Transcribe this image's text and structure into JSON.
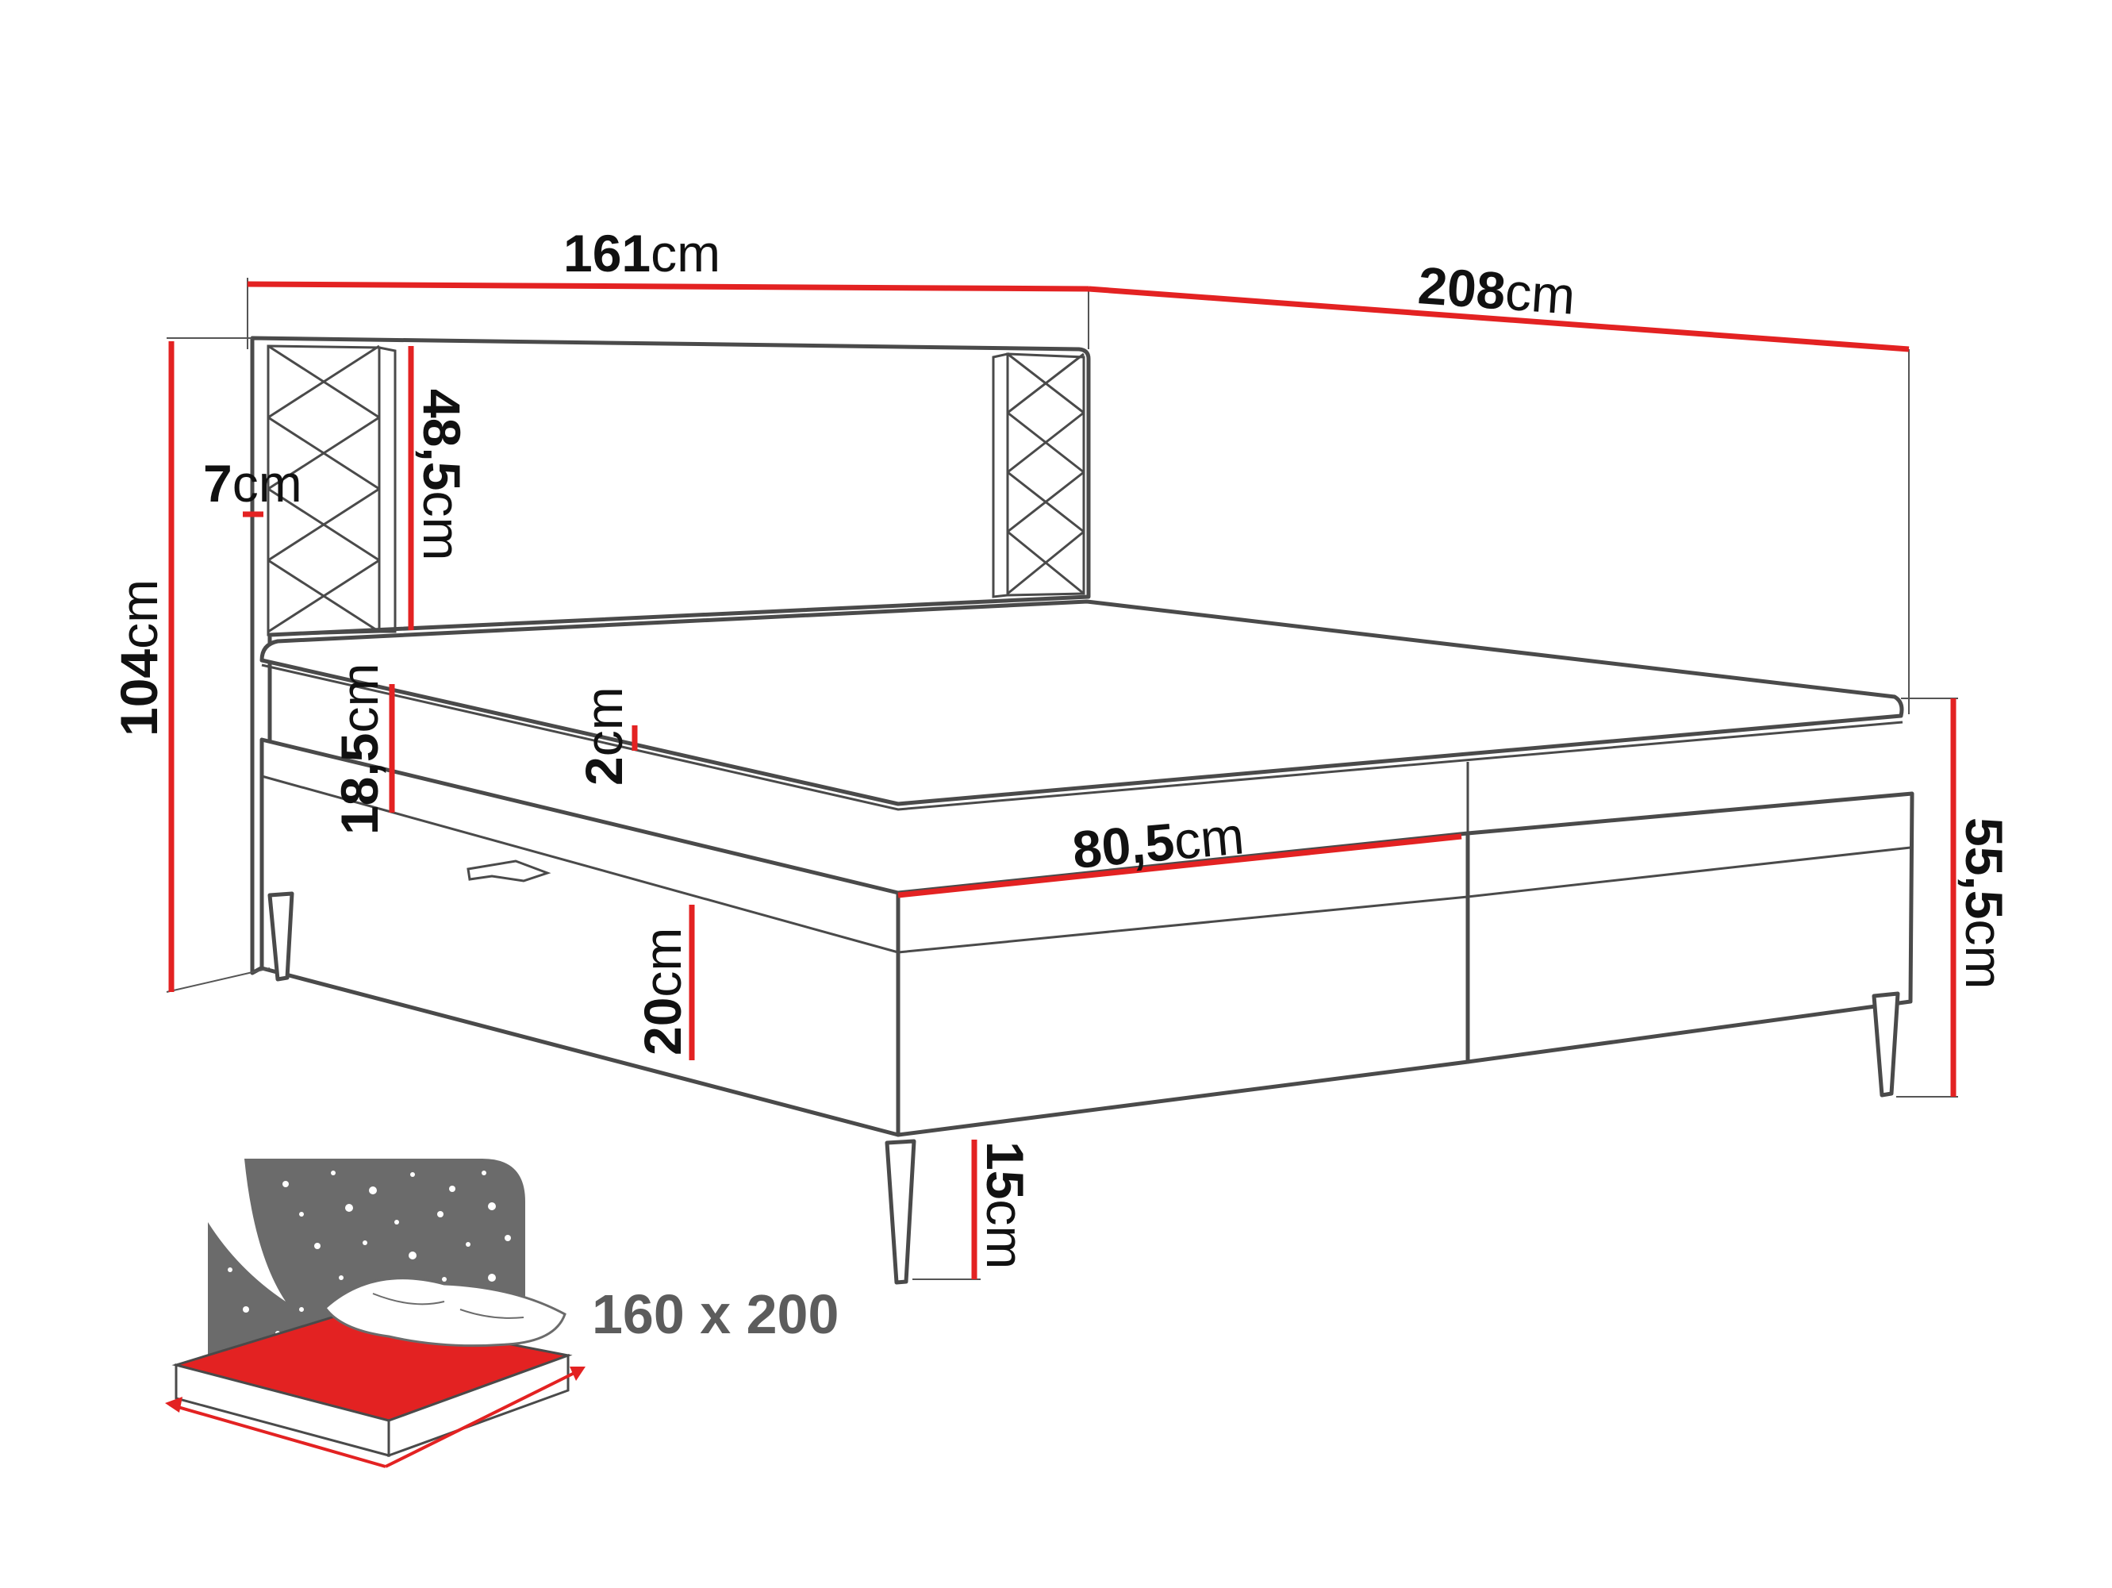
{
  "colors": {
    "dimension_line": "#e32222",
    "outline": "#4a4a4a",
    "text": "#111111",
    "caption": "#5c5c5c",
    "icon_dark": "#6b6b6b",
    "icon_red": "#e32222"
  },
  "dimensions": {
    "headboard_width": {
      "value": "161",
      "unit": "cm"
    },
    "bed_length": {
      "value": "208",
      "unit": "cm"
    },
    "total_height": {
      "value": "104",
      "unit": "cm"
    },
    "panel_width": {
      "value": "7",
      "unit": "cm"
    },
    "headboard_panel_height": {
      "value": "48,5",
      "unit": "cm"
    },
    "topper_height": {
      "value": "2",
      "unit": "cm"
    },
    "mattress_height": {
      "value": "18,5",
      "unit": "cm"
    },
    "half_width": {
      "value": "80,5",
      "unit": "cm"
    },
    "base_height": {
      "value": "20",
      "unit": "cm"
    },
    "side_height": {
      "value": "55,5",
      "unit": "cm"
    },
    "leg_height": {
      "value": "15",
      "unit": "cm"
    }
  },
  "sleeping_area": {
    "label": "160 x 200",
    "icon": "mattress-with-pillow-and-starry-night-icon"
  }
}
